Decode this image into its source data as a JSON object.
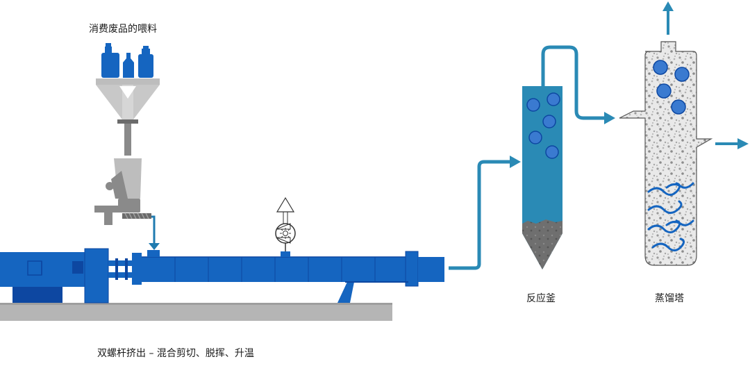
{
  "labels": {
    "feed": "消费废品的喂料",
    "reactor": "反应釜",
    "column": "蒸馏塔",
    "extruder": "双螺杆挤出 – 混合剪切、脱挥、升温"
  },
  "colors": {
    "primary_blue": "#1565c0",
    "dark_blue": "#0d47a1",
    "teal": "#2a8ab5",
    "hopper_gray": "#bdbdbd",
    "base_gray": "#b5b5b5",
    "speckle_gray": "#8e8e8e"
  }
}
